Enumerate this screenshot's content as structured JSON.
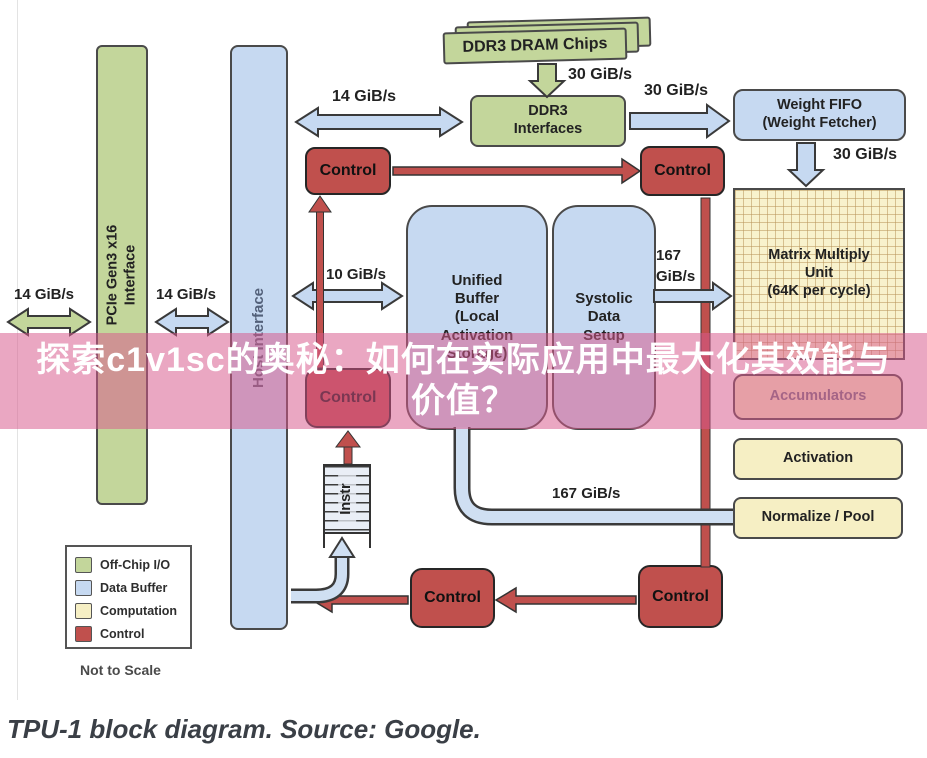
{
  "banner": {
    "line1": "探索c1v1sc的奥秘：如何在实际应用中最大化其效能与",
    "line2": "价值？"
  },
  "caption": "TPU-1 block diagram. Source: Google.",
  "labels": {
    "l14_left": "14 GiB/s",
    "l14_mid": "14 GiB/s",
    "l14_top": "14 GiB/s",
    "l30_dram": "30 GiB/s",
    "l30_top": "30 GiB/s",
    "l30_wf": "30 GiB/s",
    "l10": "10 GiB/s",
    "l167_stack": "167\nGiB/s",
    "l167_h": "167 GiB/s"
  },
  "blocks": {
    "ddr3_dram": "DDR3 DRAM Chips",
    "ddr3_if": "DDR3\nInterfaces",
    "weight_fifo": "Weight FIFO\n(Weight Fetcher)",
    "mmu": "Matrix Multiply\nUnit\n(64K per cycle)",
    "unified_buffer": "Unified\nBuffer\n(Local\nActivation\nStorage)",
    "systolic": "Systolic\nData\nSetup",
    "accumulators": "Accumulators",
    "activation": "Activation",
    "normalize_pool": "Normalize / Pool",
    "pcie": "PCIe Gen3 x16\nInterface",
    "host": "Host Interface",
    "instr": "Instr",
    "control": "Control"
  },
  "legend": {
    "items": [
      {
        "label": "Off-Chip I/O",
        "color": "#c3d69b"
      },
      {
        "label": "Data Buffer",
        "color": "#c6d9f1"
      },
      {
        "label": "Computation",
        "color": "#f6efc4"
      },
      {
        "label": "Control",
        "color": "#c0504d"
      }
    ],
    "note": "Not to Scale"
  },
  "colors": {
    "off_chip": "#c3d69b",
    "data_buffer": "#c6d9f1",
    "computation": "#f6efc4",
    "control": "#c0504d",
    "banner_overlay": "#d7588c"
  }
}
